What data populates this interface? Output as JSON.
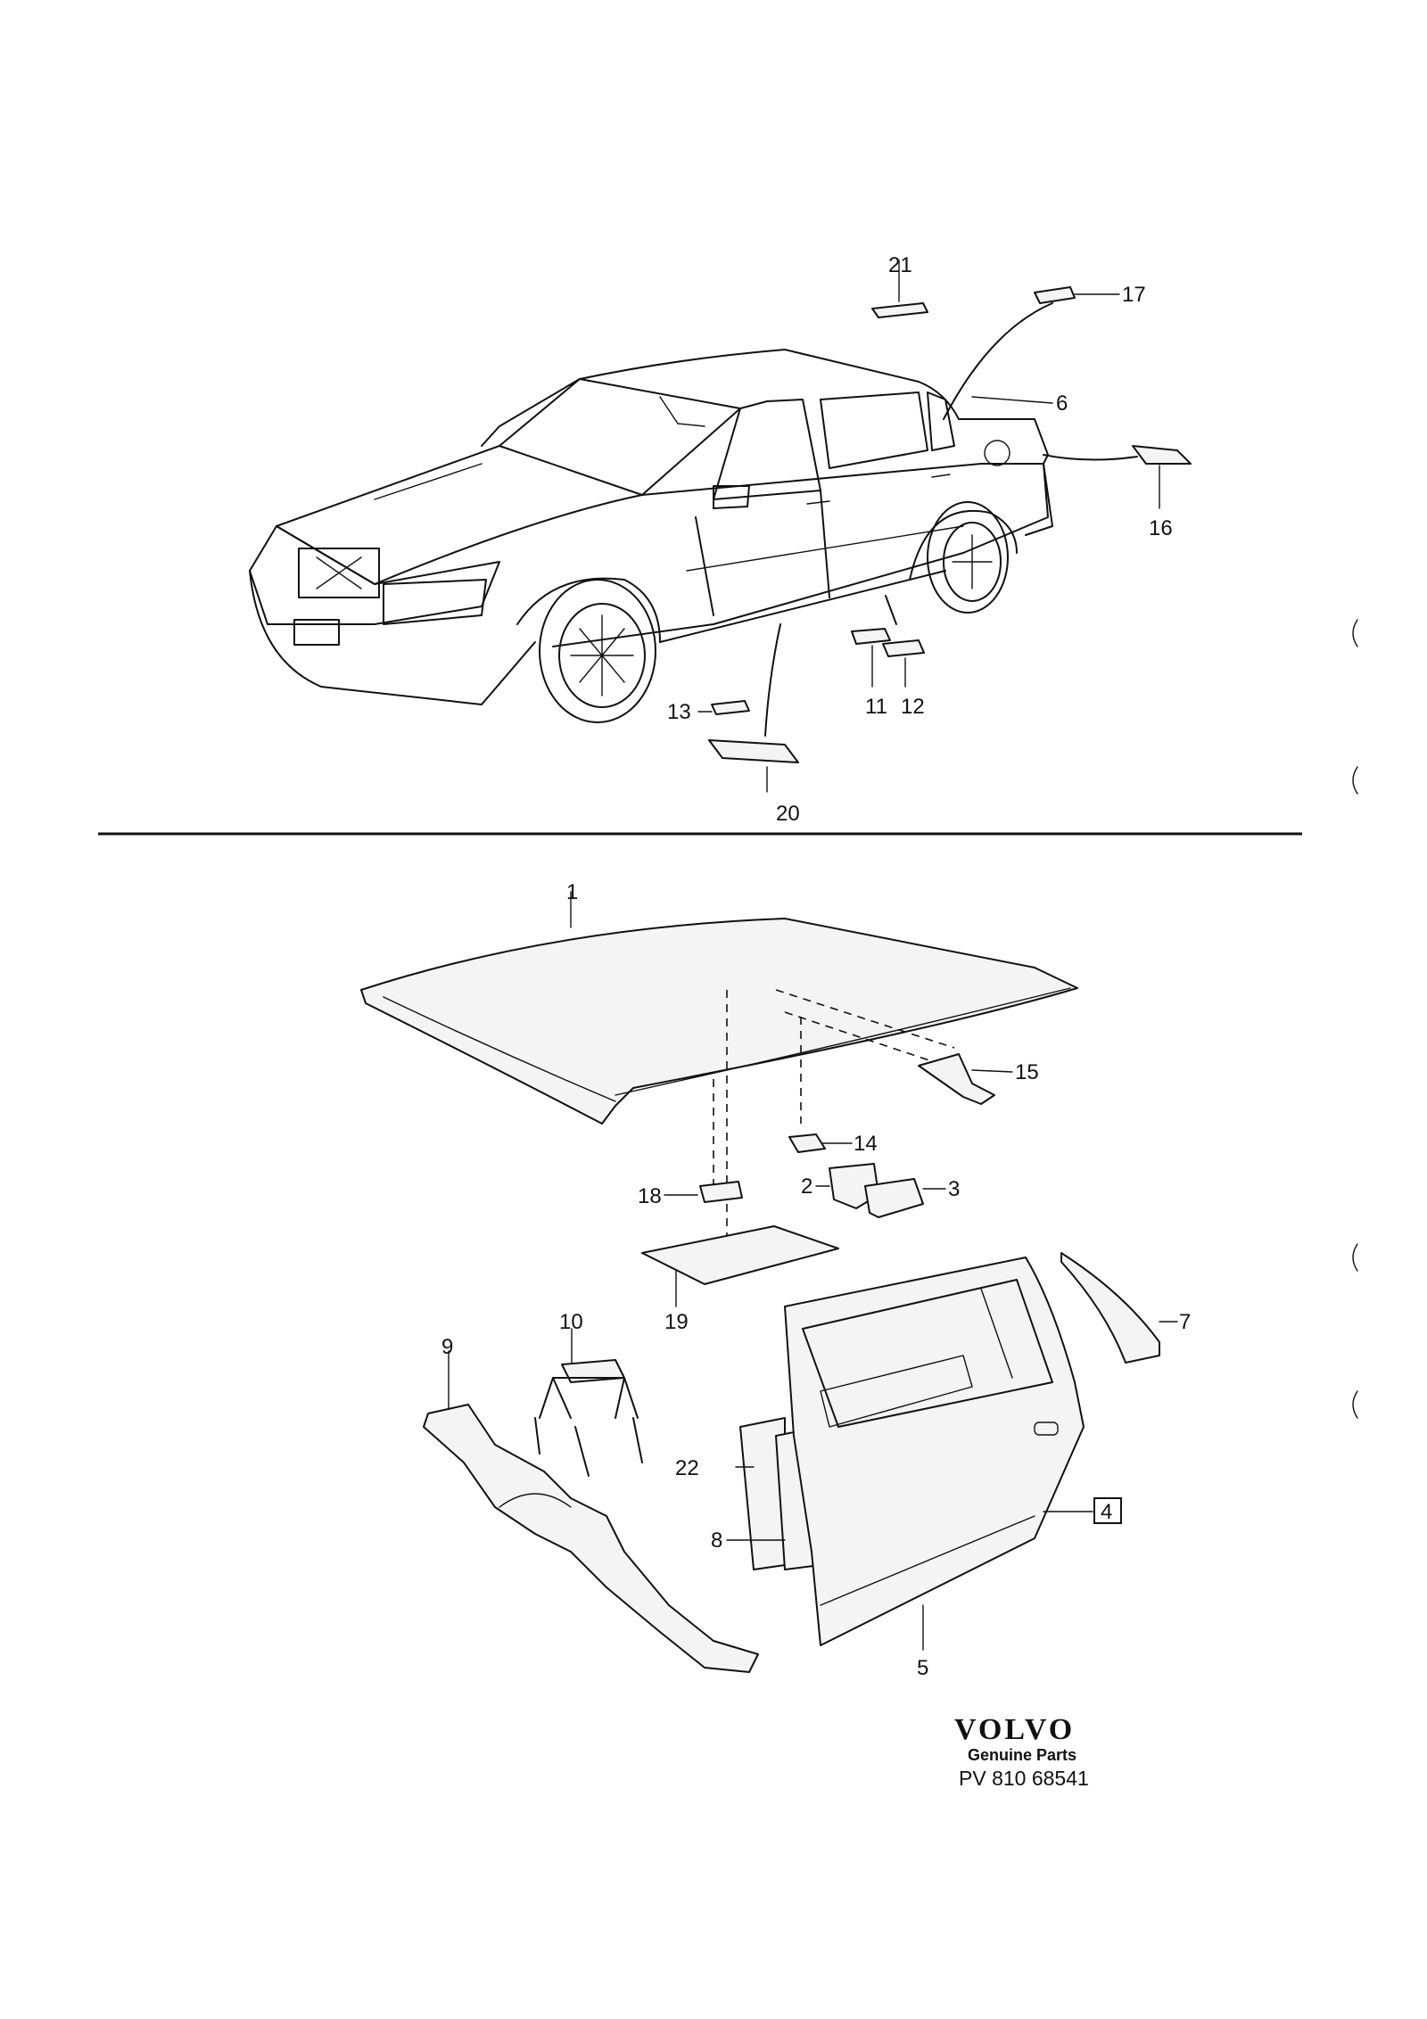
{
  "callouts": {
    "c1": "1",
    "c2": "2",
    "c3": "3",
    "c4": "4",
    "c5": "5",
    "c6": "6",
    "c7": "7",
    "c8": "8",
    "c9": "9",
    "c10": "10",
    "c11": "11",
    "c12": "12",
    "c13": "13",
    "c14": "14",
    "c15": "15",
    "c16": "16",
    "c17": "17",
    "c18": "18",
    "c19": "19",
    "c20": "20",
    "c21": "21",
    "c22": "22"
  },
  "footer": {
    "brand": "VOLVO",
    "tagline": "Genuine Parts",
    "code": "PV 810 68541"
  }
}
